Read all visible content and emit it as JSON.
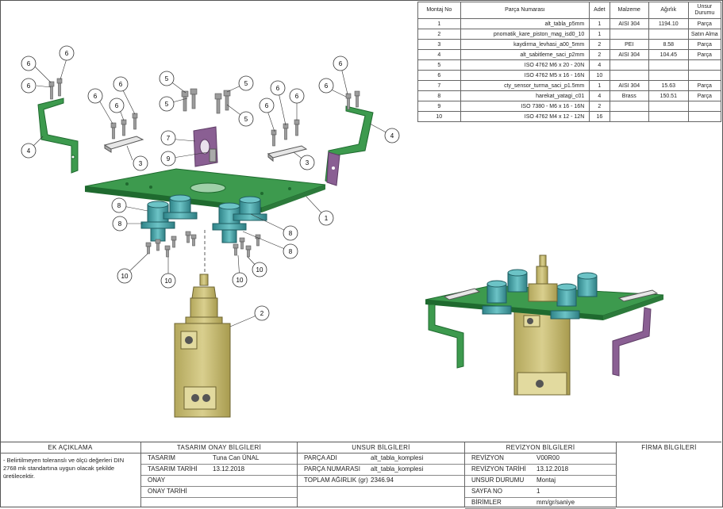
{
  "bom": {
    "headers": [
      "Montaj No",
      "Parça Numarası",
      "Adet",
      "Malzeme",
      "Ağırlık",
      "Unsur Durumu"
    ],
    "rows": [
      {
        "no": "1",
        "part": "alt_tabla_p5mm",
        "qty": "1",
        "material": "AISI 304",
        "weight": "1194.10",
        "status": "Parça"
      },
      {
        "no": "2",
        "part": "pnomatik_kare_piston_mag_isd0_10",
        "qty": "1",
        "material": "",
        "weight": "",
        "status": "Satın Alma"
      },
      {
        "no": "3",
        "part": "kaydirma_levhasi_a00_5mm",
        "qty": "2",
        "material": "PEI",
        "weight": "8.58",
        "status": "Parça"
      },
      {
        "no": "4",
        "part": "alt_sabitleme_saci_p2mm",
        "qty": "2",
        "material": "AISI 304",
        "weight": "104.45",
        "status": "Parça"
      },
      {
        "no": "5",
        "part": "ISO 4762 M6 x 20 - 20N",
        "qty": "4",
        "material": "",
        "weight": "",
        "status": ""
      },
      {
        "no": "6",
        "part": "ISO 4762 M5 x 16 - 16N",
        "qty": "10",
        "material": "",
        "weight": "",
        "status": ""
      },
      {
        "no": "7",
        "part": "cty_sensor_turma_saci_p1.5mm",
        "qty": "1",
        "material": "AISI 304",
        "weight": "15.63",
        "status": "Parça"
      },
      {
        "no": "8",
        "part": "harekat_yatagi_c01",
        "qty": "4",
        "material": "Brass",
        "weight": "150.51",
        "status": "Parça"
      },
      {
        "no": "9",
        "part": "ISO 7380 - M6 x 16 - 16N",
        "qty": "2",
        "material": "",
        "weight": "",
        "status": ""
      },
      {
        "no": "10",
        "part": "ISO 4762 M4 x 12 - 12N",
        "qty": "16",
        "material": "",
        "weight": "",
        "status": ""
      }
    ]
  },
  "balloons": [
    "6",
    "6",
    "6",
    "6",
    "6",
    "6",
    "6",
    "6",
    "6",
    "6",
    "4",
    "4",
    "5",
    "5",
    "5",
    "5",
    "7",
    "9",
    "3",
    "3",
    "8",
    "8",
    "8",
    "8",
    "1",
    "10",
    "10",
    "10",
    "10",
    "2"
  ],
  "titleblock": {
    "ek": {
      "title": "EK AÇIKLAMA",
      "note": "- Belirtilmeyen toleranslı ve ölçü değerleri DIN 2768 mk standartına uygun olacak şekilde üretilecektir."
    },
    "tasarim": {
      "title": "TASARIM ONAY BİLGİLERİ",
      "rows": [
        {
          "k": "TASARIM",
          "v": "Tuna Can ÜNAL"
        },
        {
          "k": "TASARIM TARİHİ",
          "v": "13.12.2018"
        },
        {
          "k": "ONAY",
          "v": ""
        },
        {
          "k": "ONAY TARİHİ",
          "v": ""
        }
      ]
    },
    "unsur": {
      "title": "UNSUR BİLGİLERİ",
      "rows": [
        {
          "k": "PARÇA ADI",
          "v": "alt_tabla_komplesi"
        },
        {
          "k": "PARÇA NUMARASI",
          "v": "alt_tabla_komplesi"
        },
        {
          "k": "TOPLAM AĞIRLIK (gr)",
          "v": "2346.94"
        }
      ]
    },
    "revizyon": {
      "title": "REVİZYON BİLGİLERİ",
      "rows": [
        {
          "k": "REVİZYON",
          "v": "V00R00"
        },
        {
          "k": "REVİZYON TARİHİ",
          "v": "13.12.2018"
        },
        {
          "k": "UNSUR DURUMU",
          "v": "Montaj"
        },
        {
          "k": "SAYFA NO",
          "v": "1"
        },
        {
          "k": "BİRİMLER",
          "v": "mm/gr/saniye"
        }
      ]
    },
    "firma": {
      "title": "FİRMA BİLGİLERİ"
    }
  },
  "colors": {
    "plate": "#3d9a4e",
    "plate_dark": "#1f6a2f",
    "bushing": "#4aa3a8",
    "piston": "#c8bc72",
    "bracket_purple": "#8a5f93",
    "screw": "#9c9c9c",
    "slider": "#dcdcdc",
    "line": "#333333"
  }
}
